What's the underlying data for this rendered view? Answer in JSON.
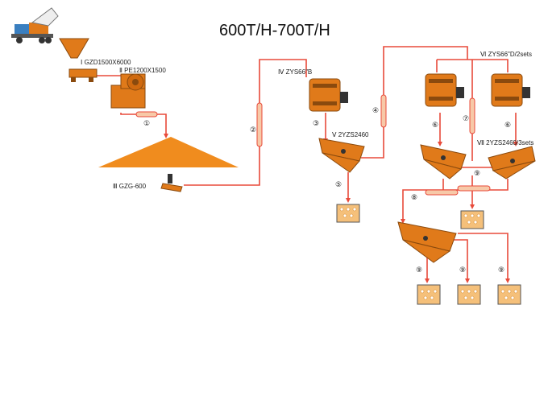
{
  "title": "600T/H-700T/H",
  "colors": {
    "machine": "#e07a1a",
    "machine_dark": "#8a4a0e",
    "pipe": "#e84a3a",
    "pipe_fill": "#f7c9a8",
    "pile": "#f08c1e",
    "bin_fill": "#f5c07a"
  },
  "equipment": {
    "feeder": "Ⅰ GZD1500X6000",
    "jaw": "Ⅱ PE1200X1500",
    "gzg": "Ⅲ GZG-600",
    "cone_b": "Ⅳ ZYS66\"B",
    "screen_a": "Ⅴ 2YZS2460",
    "cone_d": "Ⅵ ZYS66\"D/2sets",
    "screen_b": "Ⅶ 2YZS2460/3sets"
  },
  "markers": {
    "m1": "①",
    "m2": "②",
    "m3": "③",
    "m4": "④",
    "m5": "⑤",
    "m6a": "⑥",
    "m6b": "⑥",
    "m7": "⑦",
    "m8": "⑧",
    "m9a": "⑨",
    "m9b": "⑨",
    "m9c": "⑨",
    "m9d": "⑨"
  }
}
